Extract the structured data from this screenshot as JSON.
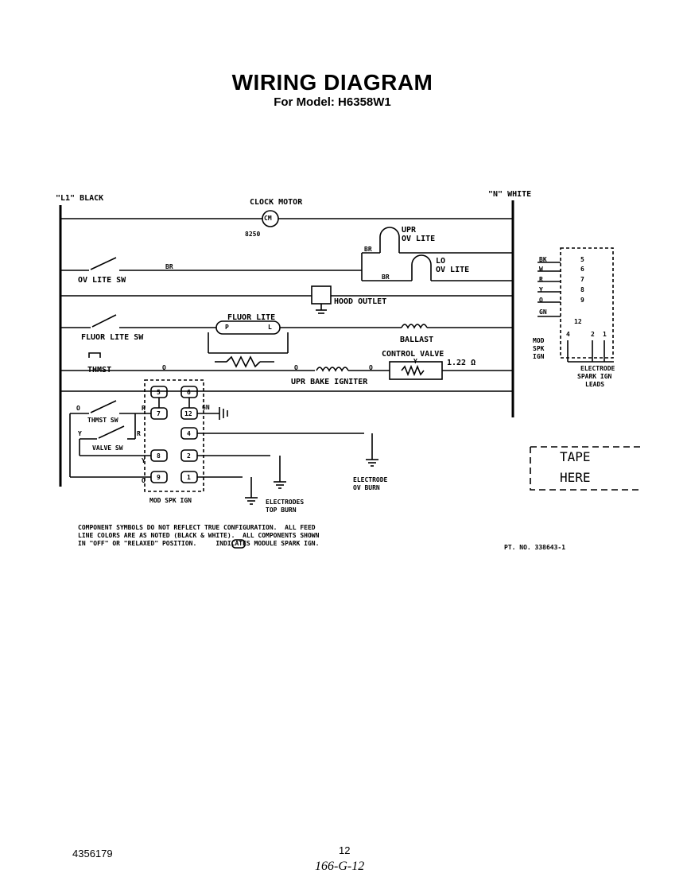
{
  "header": {
    "title": "WIRING DIAGRAM",
    "model": "For Model: H6358W1"
  },
  "rails": {
    "l1": "\"L1\" BLACK",
    "n": "\"N\" WHITE"
  },
  "labels": {
    "clock_motor": "CLOCK MOTOR",
    "clock_symbol": "CM",
    "clock_code": "8250",
    "upr_ov_lite_1": "UPR",
    "upr_ov_lite_2": "OV LITE",
    "lo_ov_lite_1": "LO",
    "lo_ov_lite_2": "OV LITE",
    "br_1": "BR",
    "br_2": "BR",
    "br_3": "BR",
    "ov_lite_sw": "OV LITE SW",
    "hood_outlet": "HOOD OUTLET",
    "fluor_lite": "FLUOR LITE",
    "fluor_lite_sw": "FLUOR LITE SW",
    "ballast": "BALLAST",
    "control_valve": "CONTROL VALVE",
    "valve_y": "Y",
    "ohms": "1.22 Ω",
    "thmst": "THMST",
    "o_1": "O",
    "o_2": "O",
    "o_3": "O",
    "upr_bake_igniter": "UPR BAKE IGNITER",
    "thmst_sw": "THMST SW",
    "valve_sw": "VALVE SW",
    "sw_o": "O",
    "sw_r": "R",
    "sw_y": "Y",
    "sw_r2": "R",
    "y_lead": "Y",
    "o_lead": "O",
    "gn": "GN",
    "mod_spk_ign": "MOD SPK IGN",
    "electrodes_top_1": "ELECTRODES",
    "electrodes_top_2": "TOP BURN",
    "electrode_ov_1": "ELECTRODE",
    "electrode_ov_2": "OV BURN",
    "t5": "5",
    "t6": "6",
    "t7": "7",
    "t12": "12",
    "t4": "4",
    "t8": "8",
    "t2": "2",
    "t9": "9",
    "t1": "1",
    "pin_p": "P",
    "pin_l": "L"
  },
  "module": {
    "rows": [
      {
        "color": "BK",
        "pin": "5"
      },
      {
        "color": "W",
        "pin": "6"
      },
      {
        "color": "R",
        "pin": "7"
      },
      {
        "color": "Y",
        "pin": "8"
      },
      {
        "color": "O",
        "pin": "9"
      },
      {
        "color": "GN",
        "pin": "12"
      }
    ],
    "bottom_pins": [
      "4",
      "2",
      "1"
    ],
    "label_1": "MOD",
    "label_2": "SPK",
    "label_3": "IGN",
    "leads_1": "ELECTRODE",
    "leads_2": "SPARK IGN",
    "leads_3": "LEADS"
  },
  "notes": {
    "line1": "COMPONENT SYMBOLS DO NOT REFLECT TRUE CONFIGURATION.  ALL FEED",
    "line2": "LINE COLORS ARE AS NOTED (BLACK & WHITE).  ALL COMPONENTS SHOWN",
    "line3": "IN \"OFF\" OR \"RELAXED\" POSITION.     INDICATES MODULE SPARK IGN."
  },
  "part_no": "PT. NO. 338643-1",
  "tape": {
    "line1": "TAPE",
    "line2": "HERE"
  },
  "footer": {
    "doc_no": "4356179",
    "page": "12",
    "handwritten": "166-G-12"
  }
}
